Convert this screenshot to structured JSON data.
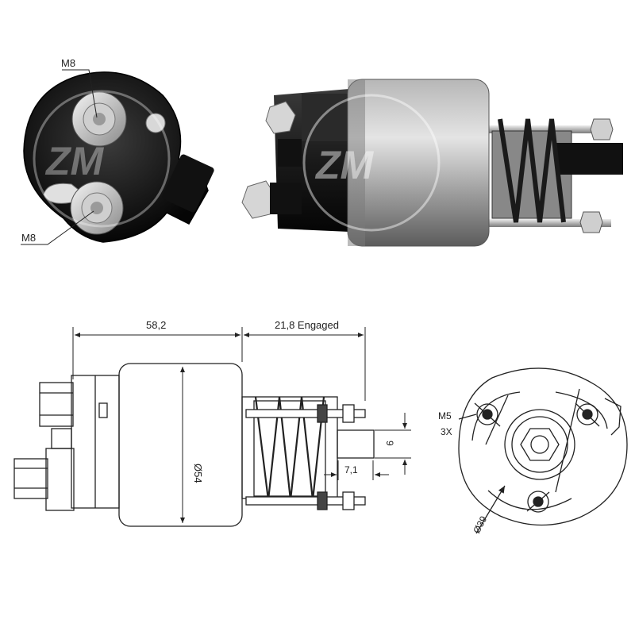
{
  "labels": {
    "m8_top": "M8",
    "m8_bottom": "M8",
    "length": "58,2",
    "engaged": "21,8 Engaged",
    "diameter": "Ø54",
    "dim_9": "9",
    "dim_7": "7,1",
    "thread": "M5",
    "count": "3X",
    "bolt_circle": "Ø39"
  }
}
